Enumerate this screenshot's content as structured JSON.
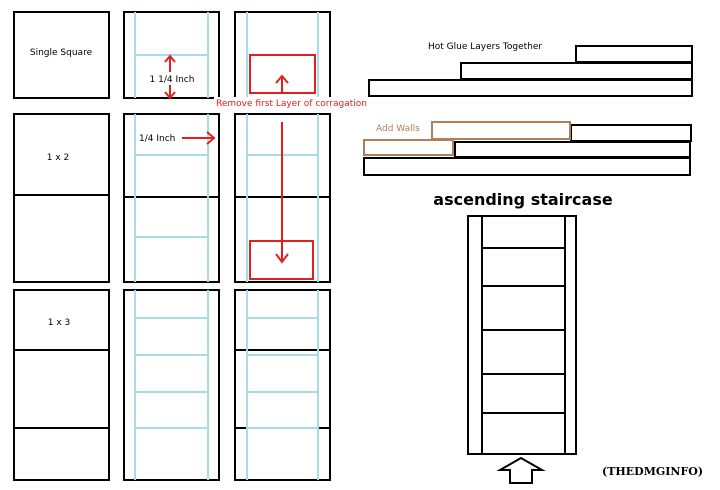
{
  "labels": {
    "single_square": "Single Square",
    "one_by_two": "1 x 2",
    "one_by_three": "1 x 3",
    "inch_1_1_4": "1 1/4 Inch",
    "inch_1_4": "1/4 Inch",
    "remove_layer": "Remove first Layer of corragation",
    "hot_glue": "Hot Glue Layers Together",
    "add_walls": "Add Walls",
    "staircase_title": "ascending staircase",
    "credit": "(THEDMGINFO)"
  },
  "colors": {
    "outline": "#000000",
    "corrugation": "#a8dce6",
    "highlight": "#e02020",
    "wall": "#b07f5a"
  }
}
